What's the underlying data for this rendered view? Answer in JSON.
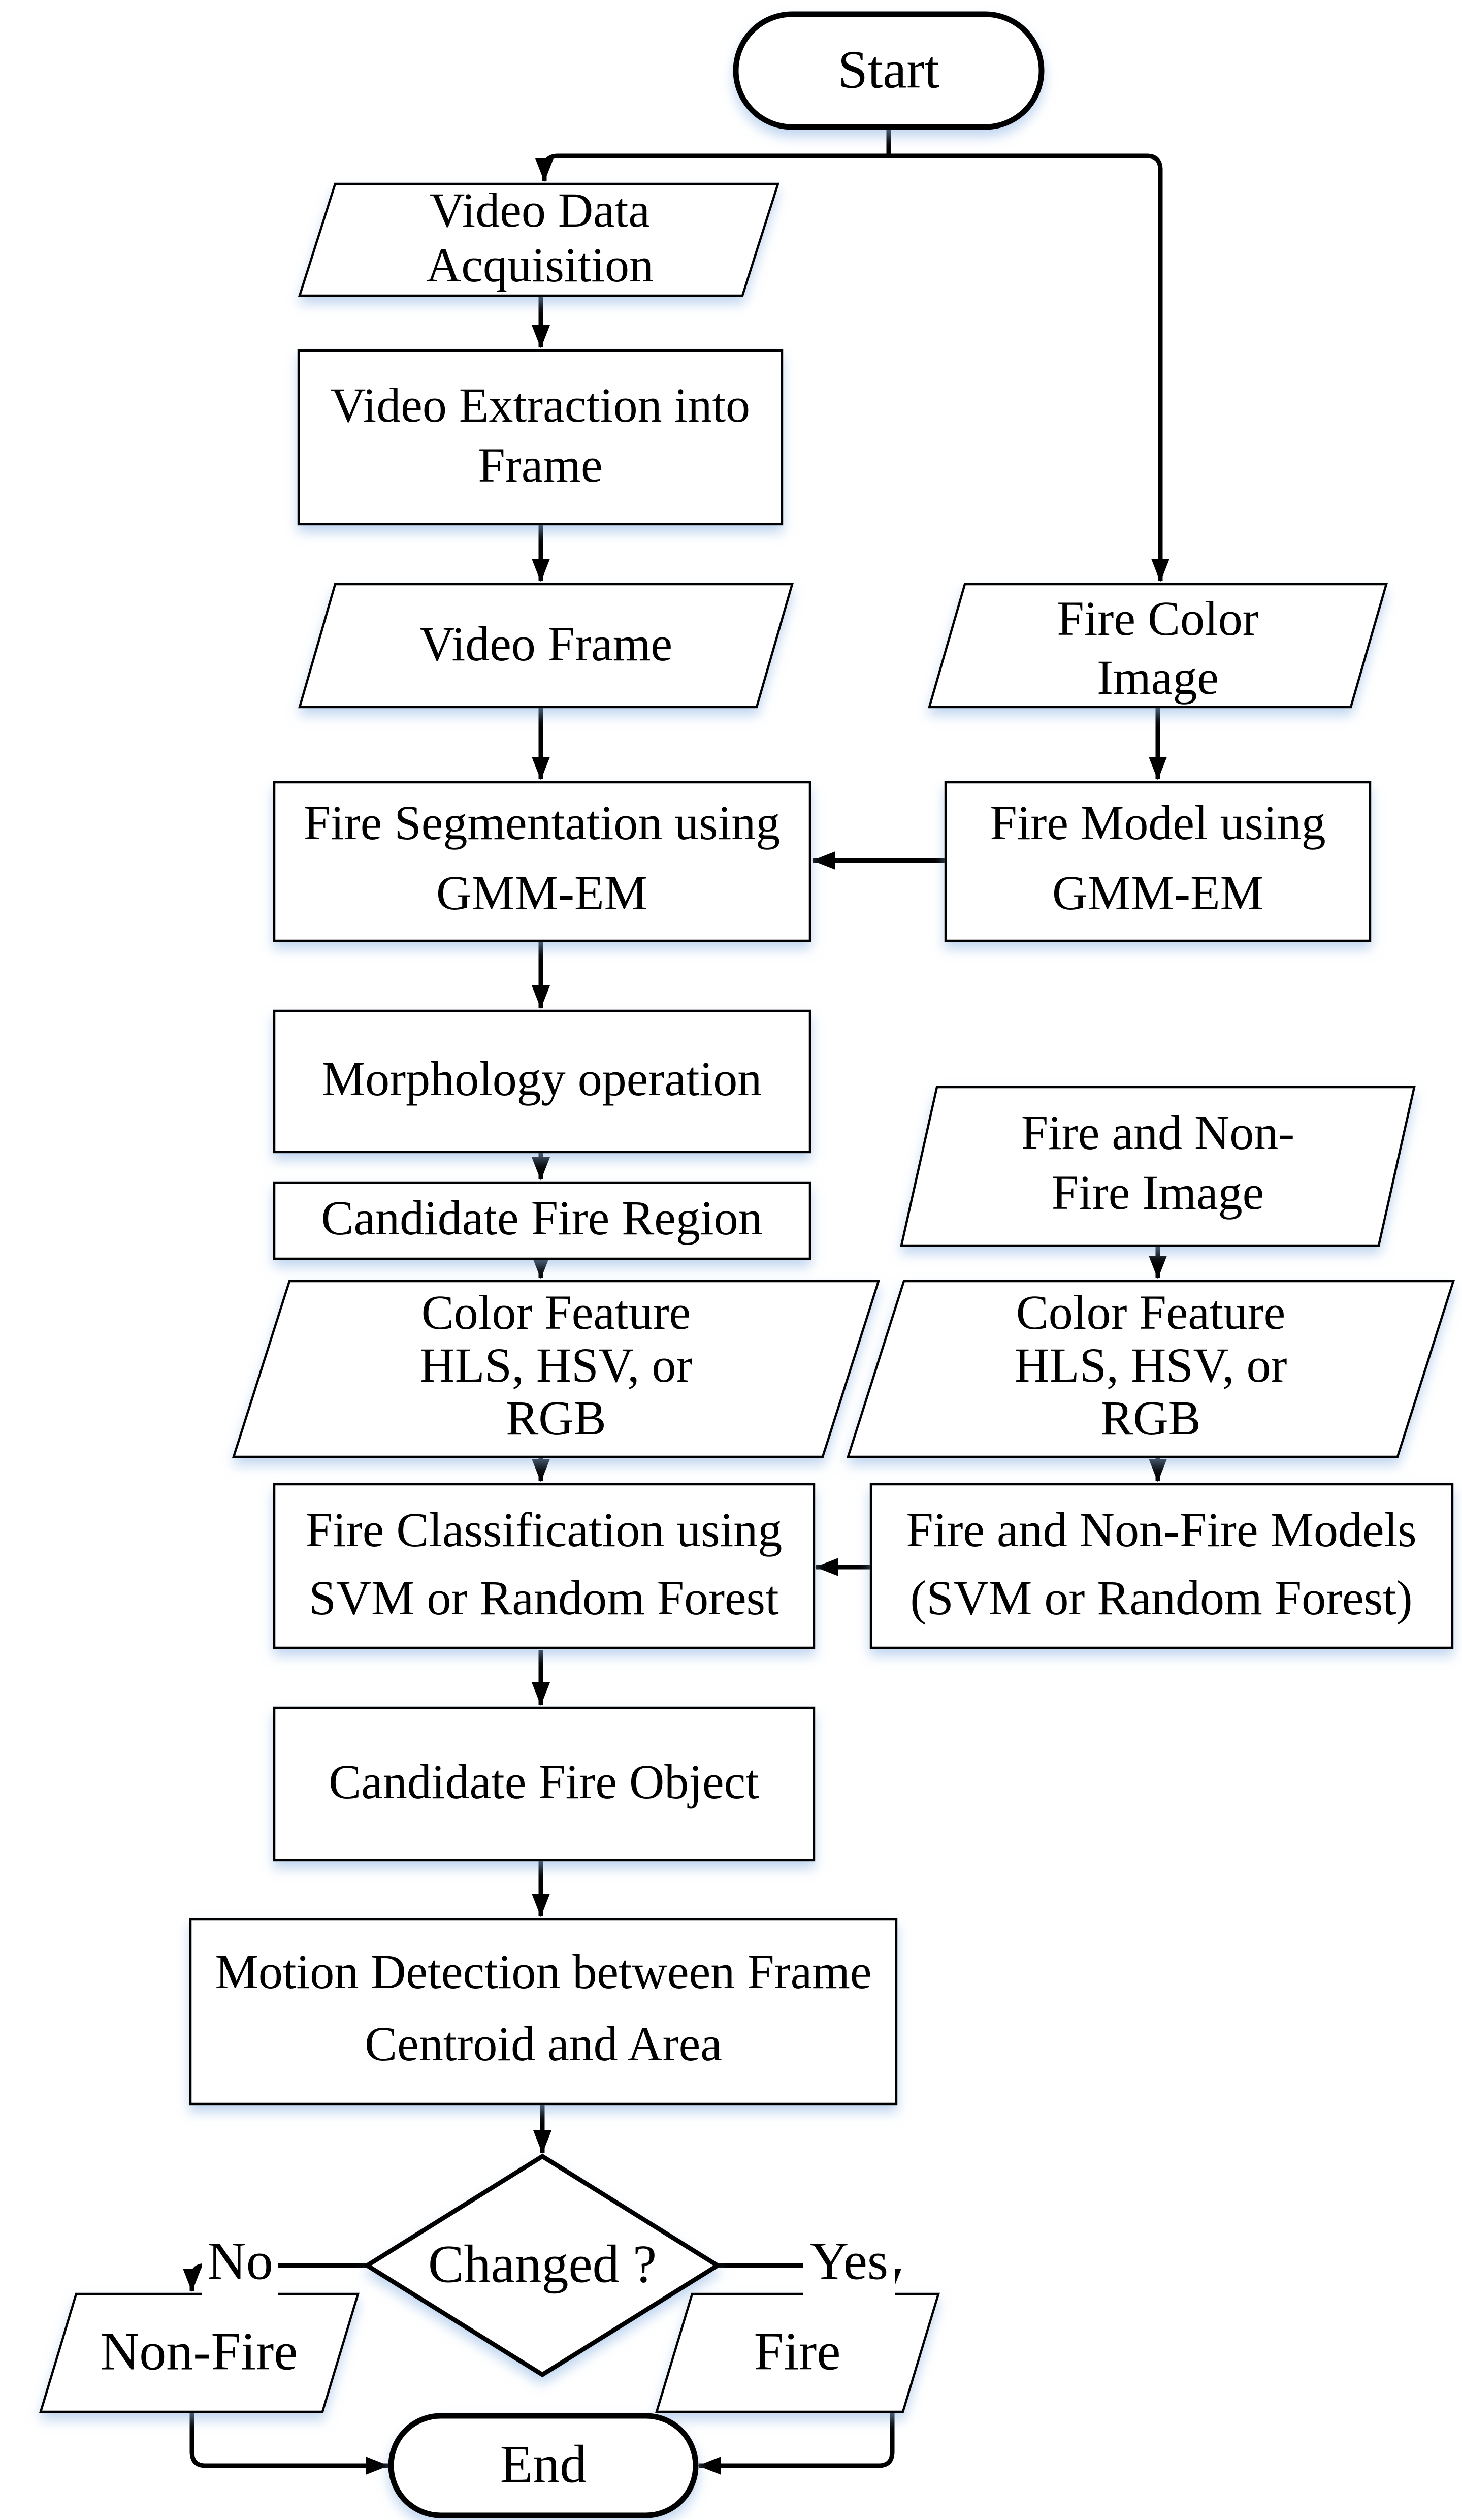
{
  "flowchart": {
    "colors": {
      "stroke": "#000000",
      "shape_fill": "#ffffff",
      "shadow": "#8fb4e3",
      "text": "#000000"
    },
    "nodes": {
      "start": {
        "shape": "terminator",
        "label": "Start"
      },
      "video_data_acquisition": {
        "shape": "parallelogram",
        "lines": [
          "Video Data",
          "Acquisition"
        ]
      },
      "video_extraction": {
        "shape": "rectangle",
        "lines": [
          "Video Extraction into",
          "Frame"
        ]
      },
      "video_frame": {
        "shape": "parallelogram",
        "label": "Video Frame"
      },
      "fire_color_image": {
        "shape": "parallelogram",
        "lines": [
          "Fire Color",
          "Image"
        ]
      },
      "fire_segmentation": {
        "shape": "rectangle",
        "lines": [
          "Fire Segmentation using",
          "GMM-EM"
        ]
      },
      "fire_model": {
        "shape": "rectangle",
        "lines": [
          "Fire Model using",
          "GMM-EM"
        ]
      },
      "morphology": {
        "shape": "rectangle",
        "label": "Morphology operation"
      },
      "candidate_fire_region": {
        "shape": "rectangle",
        "label": "Candidate Fire Region"
      },
      "color_feature_left": {
        "shape": "parallelogram",
        "lines": [
          "Color Feature",
          "HLS, HSV, or",
          "RGB"
        ]
      },
      "fire_nonfire_image": {
        "shape": "parallelogram",
        "lines": [
          "Fire and Non-",
          "Fire Image"
        ]
      },
      "color_feature_right": {
        "shape": "parallelogram",
        "lines": [
          "Color Feature",
          "HLS, HSV, or",
          "RGB"
        ]
      },
      "fire_classification": {
        "shape": "rectangle",
        "lines": [
          "Fire Classification using",
          "SVM or Random Forest"
        ]
      },
      "fire_nonfire_models": {
        "shape": "rectangle",
        "lines": [
          "Fire and Non-Fire Models",
          "(SVM or Random Forest)"
        ]
      },
      "candidate_fire_object": {
        "shape": "rectangle",
        "label": "Candidate Fire Object"
      },
      "motion_detection": {
        "shape": "rectangle",
        "lines": [
          "Motion Detection between Frame",
          "Centroid and Area"
        ]
      },
      "changed_decision": {
        "shape": "diamond",
        "label": "Changed ?"
      },
      "non_fire": {
        "shape": "parallelogram",
        "label": "Non-Fire"
      },
      "fire": {
        "shape": "parallelogram",
        "label": "Fire"
      },
      "end": {
        "shape": "terminator",
        "label": "End"
      }
    },
    "edge_labels": {
      "no": "No",
      "yes": "Yes"
    }
  }
}
